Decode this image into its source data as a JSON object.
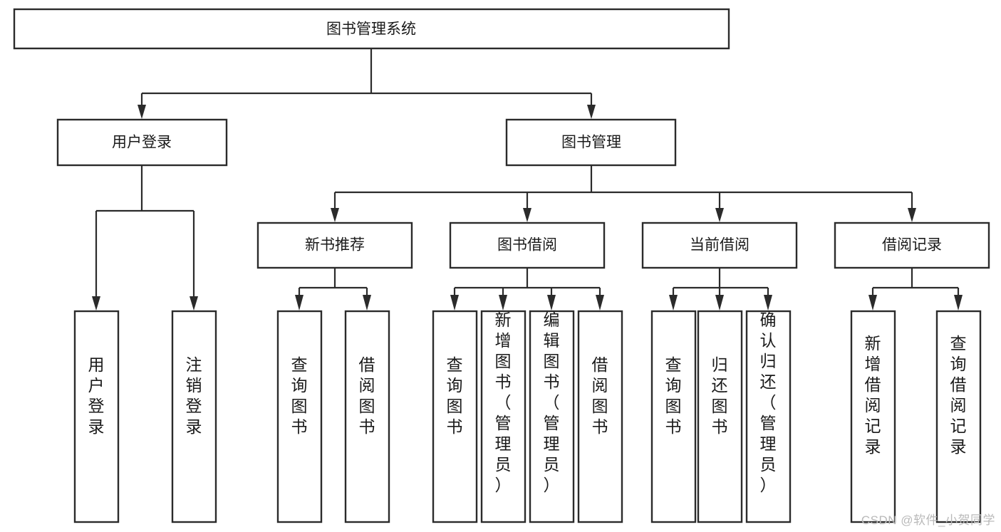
{
  "diagram": {
    "type": "tree-hierarchy",
    "orientation": "top-down",
    "title": "图书管理系统",
    "levels": 4,
    "root": {
      "id": "root",
      "label": "图书管理系统",
      "text_orientation": "horizontal"
    },
    "level2": [
      {
        "id": "user-login",
        "label": "用户登录",
        "text_orientation": "horizontal"
      },
      {
        "id": "book-management",
        "label": "图书管理",
        "text_orientation": "horizontal"
      }
    ],
    "level3": [
      {
        "id": "new-book-recommend",
        "label": "新书推荐",
        "parent": "book-management",
        "text_orientation": "horizontal"
      },
      {
        "id": "book-borrow",
        "label": "图书借阅",
        "parent": "book-management",
        "text_orientation": "horizontal"
      },
      {
        "id": "current-borrow",
        "label": "当前借阅",
        "parent": "book-management",
        "text_orientation": "horizontal"
      },
      {
        "id": "borrow-record",
        "label": "借阅记录",
        "parent": "book-management",
        "text_orientation": "horizontal"
      }
    ],
    "leaves": [
      {
        "id": "leaf-user-login",
        "label": "用户登录",
        "parent": "user-login",
        "text_orientation": "vertical"
      },
      {
        "id": "leaf-user-logout",
        "label": "注销登录",
        "parent": "user-login",
        "text_orientation": "vertical"
      },
      {
        "id": "leaf-query-book-rec",
        "label": "查询图书",
        "parent": "new-book-recommend",
        "text_orientation": "vertical"
      },
      {
        "id": "leaf-borrow-book-rec",
        "label": "借阅图书",
        "parent": "new-book-recommend",
        "text_orientation": "vertical"
      },
      {
        "id": "leaf-query-book-borrow",
        "label": "查询图书",
        "parent": "book-borrow",
        "text_orientation": "vertical"
      },
      {
        "id": "leaf-add-book",
        "label": "新增图书（管理员）",
        "parent": "book-borrow",
        "text_orientation": "vertical"
      },
      {
        "id": "leaf-edit-book",
        "label": "编辑图书（管理员）",
        "parent": "book-borrow",
        "text_orientation": "vertical"
      },
      {
        "id": "leaf-borrow-book",
        "label": "借阅图书",
        "parent": "book-borrow",
        "text_orientation": "vertical"
      },
      {
        "id": "leaf-query-book-current",
        "label": "查询图书",
        "parent": "current-borrow",
        "text_orientation": "vertical"
      },
      {
        "id": "leaf-return-book",
        "label": "归还图书",
        "parent": "current-borrow",
        "text_orientation": "vertical"
      },
      {
        "id": "leaf-confirm-return",
        "label": "确认归还（管理员）",
        "parent": "current-borrow",
        "text_orientation": "vertical"
      },
      {
        "id": "leaf-add-record",
        "label": "新增借阅记录",
        "parent": "borrow-record",
        "text_orientation": "vertical"
      },
      {
        "id": "leaf-query-record",
        "label": "查询借阅记录",
        "parent": "borrow-record",
        "text_orientation": "vertical"
      }
    ]
  },
  "style": {
    "box_fill": "#ffffff",
    "box_stroke": "#2b2b2b",
    "text_color": "#1a1a1a",
    "connector_color": "#2b2b2b",
    "background": "#ffffff",
    "watermark_color": "#b9b9b9"
  },
  "watermark": {
    "text": "CSDN @软件_小贺同学"
  }
}
